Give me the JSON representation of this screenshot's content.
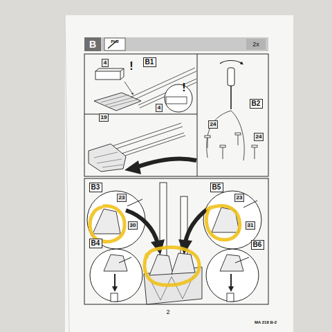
{
  "diagram": {
    "title": "B",
    "nodes": [
      {
        "text": [
          "B1"
        ]
      },
      {
        "text": [
          "B2"
        ]
      },
      {
        "text": [
          "B3"
        ]
      },
      {
        "text": [
          "B4"
        ]
      },
      {
        "text": [
          "B5"
        ]
      },
      {
        "text": [
          "B6"
        ]
      }
    ],
    "labels": [
      "PH2",
      "2x",
      "!",
      "4",
      "19",
      "!",
      "4",
      "24",
      "24",
      "23",
      "30",
      "23",
      "31",
      "2",
      "MA 218 B-2"
    ]
  }
}
